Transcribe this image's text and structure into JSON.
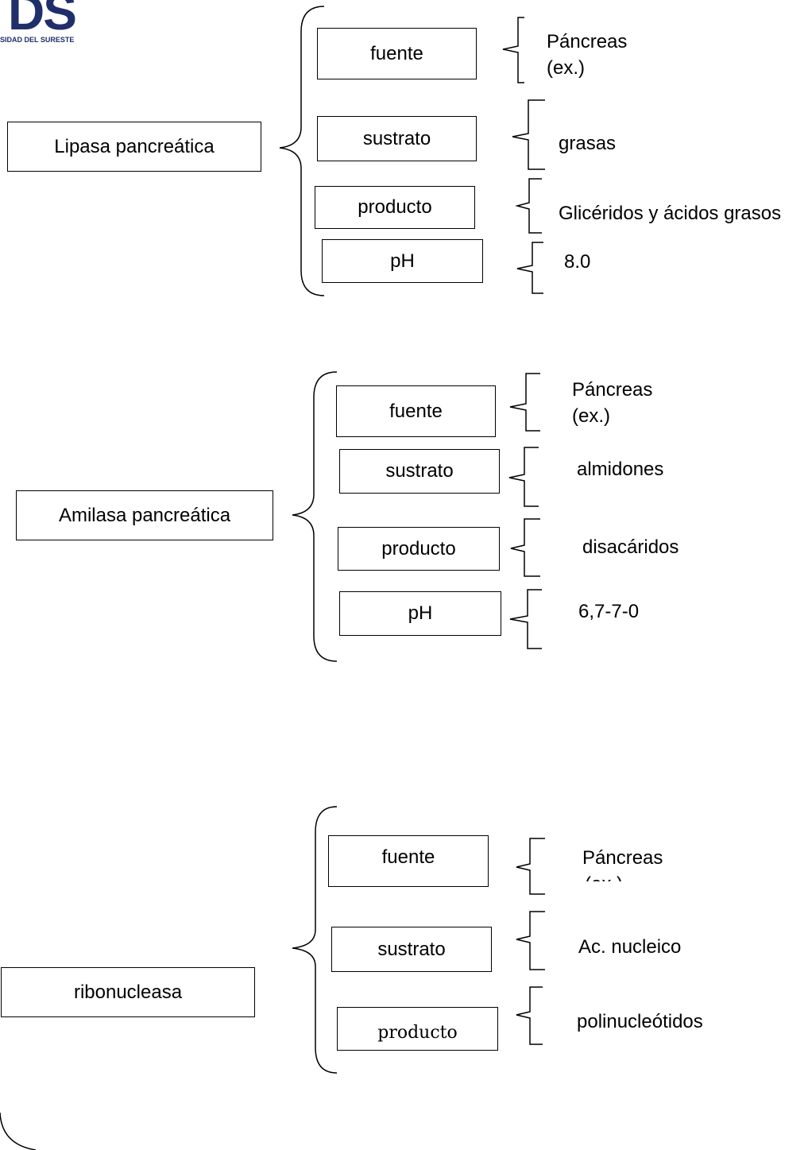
{
  "logo": {
    "letters": "DS",
    "subtitle": "SIDAD DEL SURESTE"
  },
  "groups": [
    {
      "enzyme": "Lipasa pancreática",
      "rows": [
        {
          "label": "fuente",
          "value": "Páncreas",
          "value2": "(ex.)"
        },
        {
          "label": "sustrato",
          "value": "grasas"
        },
        {
          "label": "producto",
          "value": "Glicéridos y ácidos grasos"
        },
        {
          "label": "pH",
          "value": "8.0"
        }
      ]
    },
    {
      "enzyme": "Amilasa pancreática",
      "rows": [
        {
          "label": "fuente",
          "value": "Páncreas",
          "value2": "(ex.)"
        },
        {
          "label": "sustrato",
          "value": "almidones"
        },
        {
          "label": "producto",
          "value": "disacáridos"
        },
        {
          "label": "pH",
          "value": "6,7-7-0"
        }
      ]
    },
    {
      "enzyme": "ribonucleasa",
      "rows": [
        {
          "label": "fuente",
          "value": "Páncreas",
          "value2": "(ex.)"
        },
        {
          "label": "sustrato",
          "value": "Ac. nucleico"
        },
        {
          "label": "producto",
          "value": "polinucleótidos"
        }
      ]
    }
  ]
}
